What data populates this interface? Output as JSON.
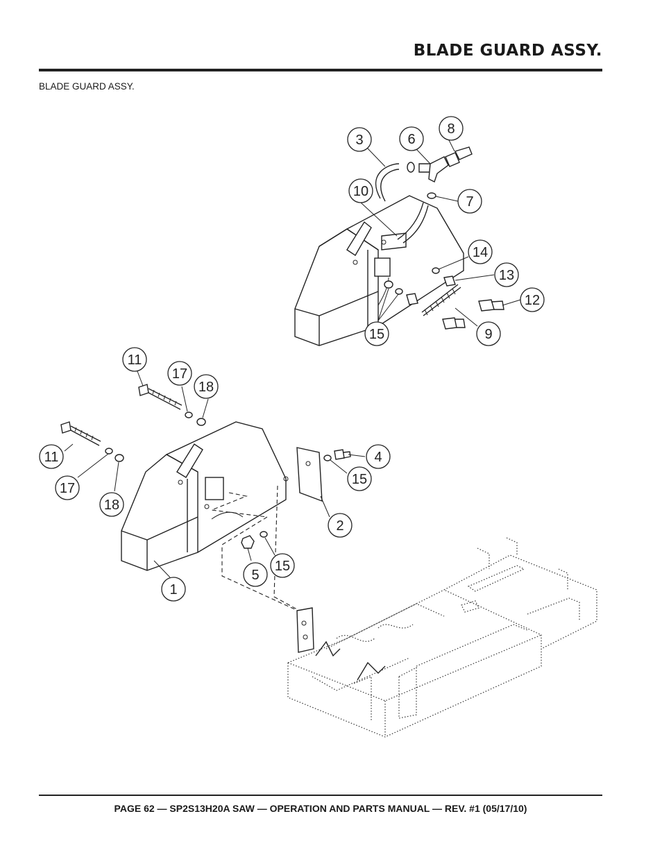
{
  "header": {
    "title": "BLADE GUARD ASSY."
  },
  "section": {
    "label": "BLADE GUARD ASSY."
  },
  "footer": {
    "text": "PAGE 62 — SP2S13H20A SAW — OPERATION AND PARTS MANUAL — REV. #1 (05/17/10)"
  },
  "callouts": [
    "3",
    "6",
    "8",
    "10",
    "7",
    "14",
    "13",
    "12",
    "15",
    "9",
    "11",
    "17",
    "18",
    "11",
    "17",
    "18",
    "4",
    "15",
    "2",
    "5",
    "15",
    "1"
  ]
}
